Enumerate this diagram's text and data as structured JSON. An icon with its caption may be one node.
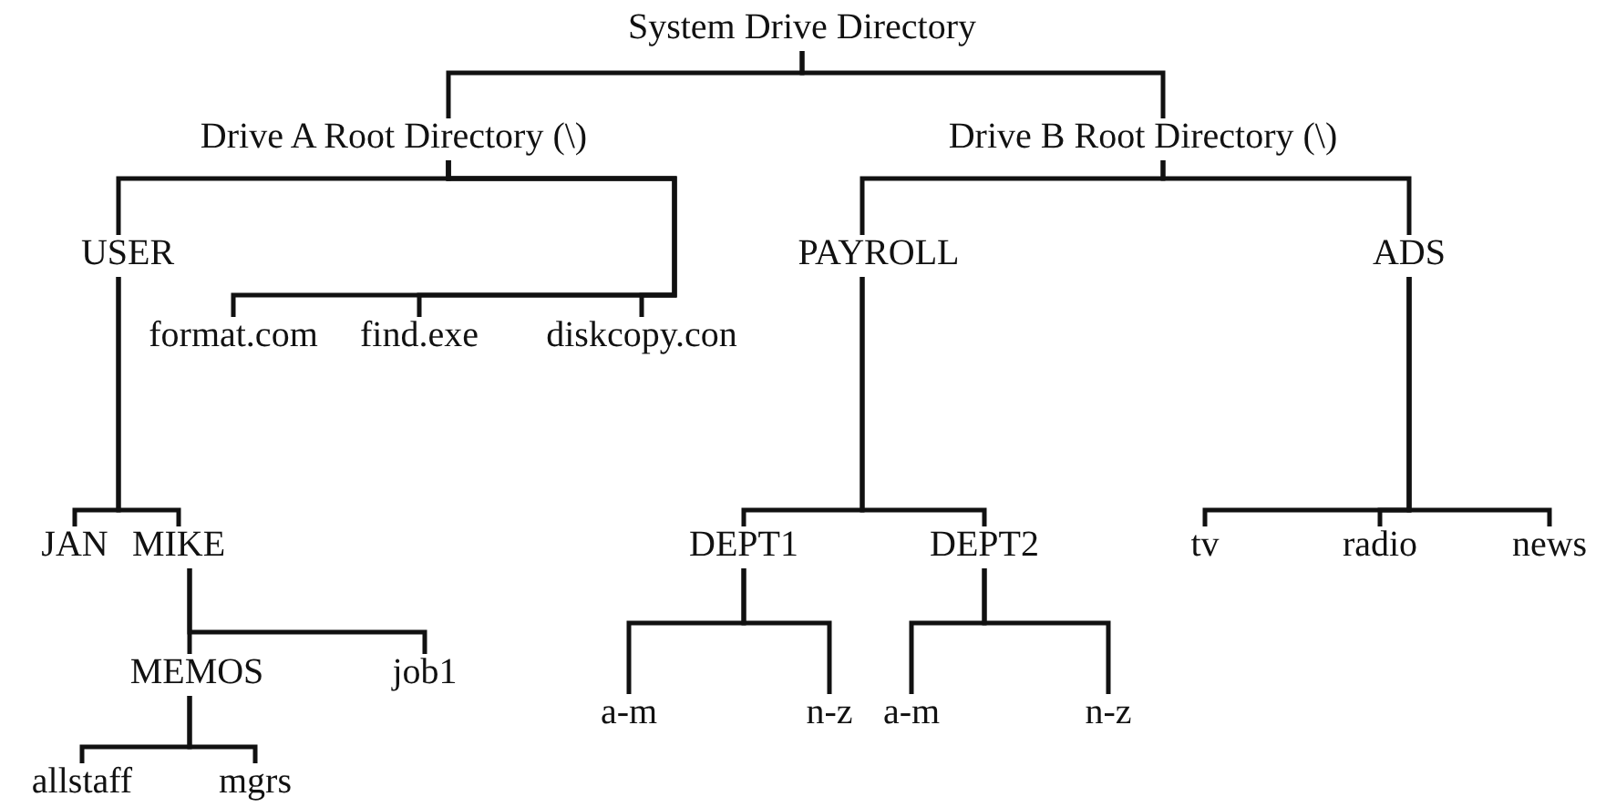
{
  "diagram": {
    "nodes": [
      {
        "text": [
          "System Drive Directory"
        ]
      },
      {
        "text": [
          "Drive A Root Directory (\\)"
        ]
      },
      {
        "text": [
          "Drive B Root Directory (\\)"
        ]
      },
      {
        "text": [
          "USER"
        ]
      },
      {
        "text": [
          "PAYROLL"
        ]
      },
      {
        "text": [
          "ADS"
        ]
      },
      {
        "text": [
          "format.com"
        ]
      },
      {
        "text": [
          "find.exe"
        ]
      },
      {
        "text": [
          "diskcopy.con"
        ]
      },
      {
        "text": [
          "JAN"
        ]
      },
      {
        "text": [
          "MIKE"
        ]
      },
      {
        "text": [
          "DEPT1"
        ]
      },
      {
        "text": [
          "DEPT2"
        ]
      },
      {
        "text": [
          "tv"
        ]
      },
      {
        "text": [
          "radio"
        ]
      },
      {
        "text": [
          "news"
        ]
      },
      {
        "text": [
          "MEMOS"
        ]
      },
      {
        "text": [
          "job1"
        ]
      },
      {
        "text": [
          "a-m"
        ]
      },
      {
        "text": [
          "n-z"
        ]
      },
      {
        "text": [
          "a-m"
        ]
      },
      {
        "text": [
          "n-z"
        ]
      },
      {
        "text": [
          "allstaff"
        ]
      },
      {
        "text": [
          "mgrs"
        ]
      }
    ],
    "edges": [
      {
        "from": 0,
        "to": 1,
        "arrow": "none"
      },
      {
        "from": 0,
        "to": 2,
        "arrow": "none"
      },
      {
        "from": 1,
        "to": 3,
        "arrow": "none"
      },
      {
        "from": 1,
        "to": 6,
        "arrow": "none"
      },
      {
        "from": 1,
        "to": 7,
        "arrow": "none"
      },
      {
        "from": 1,
        "to": 8,
        "arrow": "none"
      },
      {
        "from": 2,
        "to": 4,
        "arrow": "none"
      },
      {
        "from": 2,
        "to": 5,
        "arrow": "none"
      },
      {
        "from": 3,
        "to": 9,
        "arrow": "none"
      },
      {
        "from": 3,
        "to": 10,
        "arrow": "none"
      },
      {
        "from": 10,
        "to": 16,
        "arrow": "none"
      },
      {
        "from": 10,
        "to": 17,
        "arrow": "none"
      },
      {
        "from": 16,
        "to": 22,
        "arrow": "none"
      },
      {
        "from": 16,
        "to": 23,
        "arrow": "none"
      },
      {
        "from": 4,
        "to": 11,
        "arrow": "none"
      },
      {
        "from": 4,
        "to": 12,
        "arrow": "none"
      },
      {
        "from": 11,
        "to": 18,
        "arrow": "none"
      },
      {
        "from": 11,
        "to": 19,
        "arrow": "none"
      },
      {
        "from": 12,
        "to": 20,
        "arrow": "none"
      },
      {
        "from": 12,
        "to": 21,
        "arrow": "none"
      },
      {
        "from": 5,
        "to": 13,
        "arrow": "none"
      },
      {
        "from": 5,
        "to": 14,
        "arrow": "none"
      },
      {
        "from": 5,
        "to": 15,
        "arrow": "none"
      }
    ]
  }
}
